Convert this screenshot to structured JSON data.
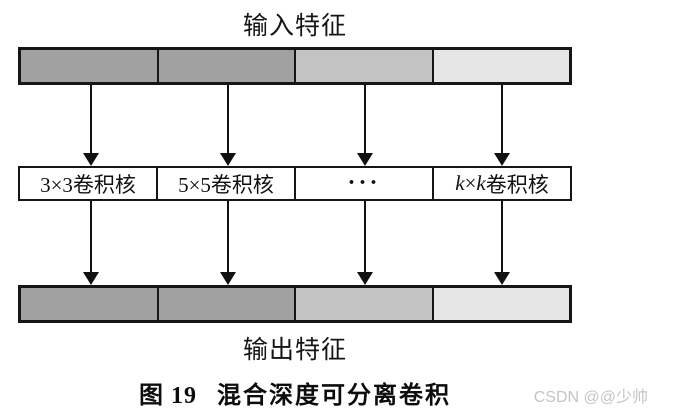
{
  "diagram": {
    "input_label": "输入特征",
    "output_label": "输出特征",
    "segment_colors": [
      "#a1a1a1",
      "#a1a1a1",
      "#c3c3c3",
      "#e6e6e6"
    ],
    "kernels": [
      {
        "label": "3×3卷积核"
      },
      {
        "label": "5×5卷积核"
      },
      {
        "label": "···"
      },
      {
        "k1": "k",
        "times": "×",
        "k2": "k",
        "rest": "卷积核"
      }
    ]
  },
  "caption": {
    "figure_no": "图 19",
    "title": "混合深度可分离卷积"
  },
  "watermark": "CSDN @@少帅"
}
